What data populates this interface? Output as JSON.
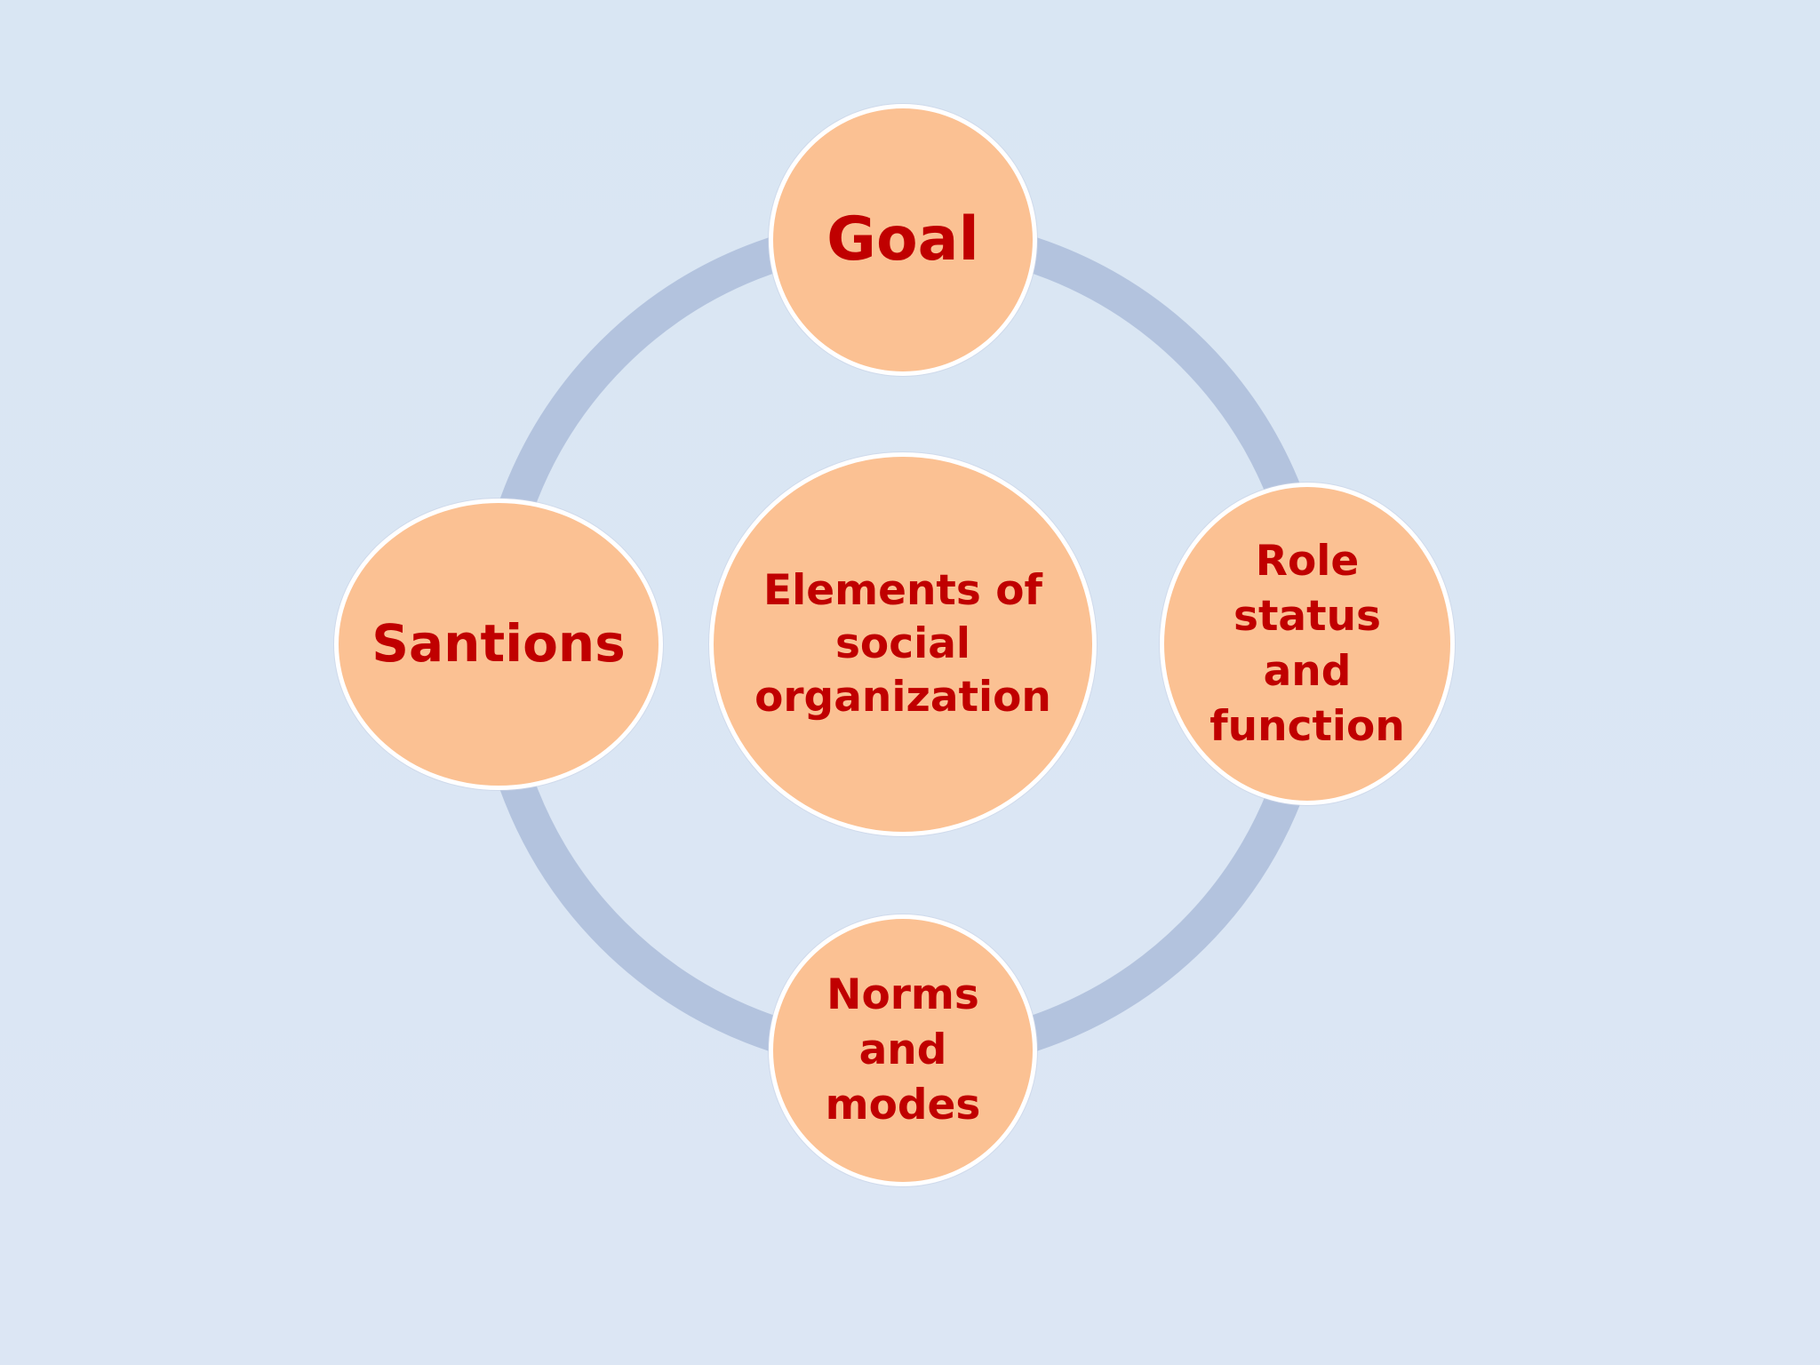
{
  "diagram": {
    "center": {
      "label": "Elements of\nsocial\norganization"
    },
    "nodes": {
      "goal": "Goal",
      "role": "Role\nstatus\nand\nfunction",
      "norms": "Norms\nand\nmodes",
      "sanctions": "Santions"
    },
    "colors": {
      "background": "#dae6f3",
      "node_fill": "#fbc193",
      "node_border": "#ffffff",
      "text": "#c00000",
      "ring": "#b3c3de"
    }
  }
}
